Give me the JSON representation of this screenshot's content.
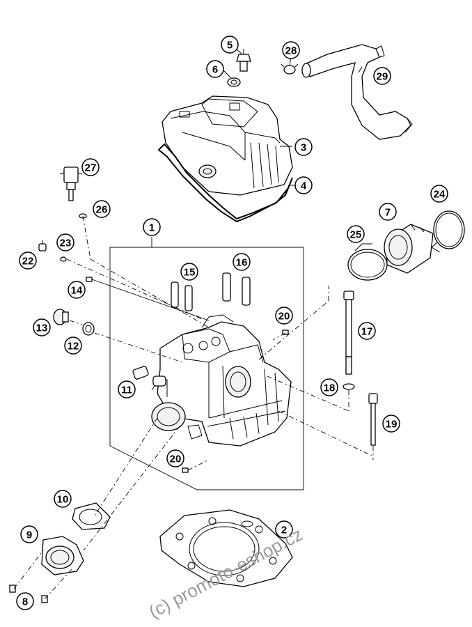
{
  "watermark": "(c) promoto-eshop.cz",
  "callouts": [
    {
      "id": "c1",
      "label": "1"
    },
    {
      "id": "c2",
      "label": "2"
    },
    {
      "id": "c3",
      "label": "3"
    },
    {
      "id": "c4",
      "label": "4"
    },
    {
      "id": "c5",
      "label": "5"
    },
    {
      "id": "c6",
      "label": "6"
    },
    {
      "id": "c7",
      "label": "7"
    },
    {
      "id": "c8",
      "label": "8"
    },
    {
      "id": "c9",
      "label": "9"
    },
    {
      "id": "c10",
      "label": "10"
    },
    {
      "id": "c11",
      "label": "11"
    },
    {
      "id": "c12",
      "label": "12"
    },
    {
      "id": "c13",
      "label": "13"
    },
    {
      "id": "c14",
      "label": "14"
    },
    {
      "id": "c15",
      "label": "15"
    },
    {
      "id": "c16",
      "label": "16"
    },
    {
      "id": "c17",
      "label": "17"
    },
    {
      "id": "c18",
      "label": "18"
    },
    {
      "id": "c19",
      "label": "19"
    },
    {
      "id": "c20a",
      "label": "20"
    },
    {
      "id": "c20b",
      "label": "20"
    },
    {
      "id": "c22",
      "label": "22"
    },
    {
      "id": "c23",
      "label": "23"
    },
    {
      "id": "c24",
      "label": "24"
    },
    {
      "id": "c25",
      "label": "25"
    },
    {
      "id": "c26",
      "label": "26"
    },
    {
      "id": "c27",
      "label": "27"
    },
    {
      "id": "c28",
      "label": "28"
    },
    {
      "id": "c29",
      "label": "29"
    }
  ]
}
